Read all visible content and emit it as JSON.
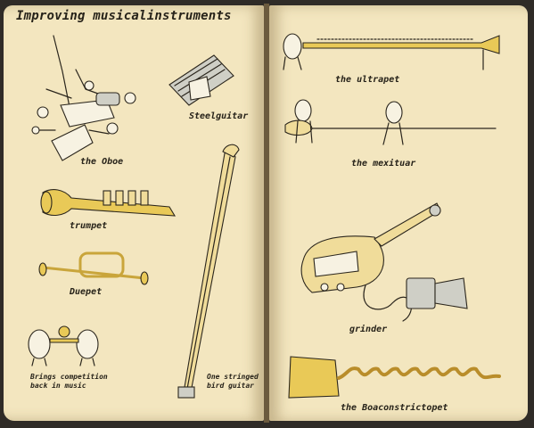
{
  "title": "Improving musicalinstruments",
  "captions": {
    "oboe": "the Oboe",
    "steelguitar": "Steelguitar",
    "trumpet": "trumpet",
    "duepet": "Duepet",
    "competition": "Brings competition back in music",
    "bird_guitar": "One stringed bird guitar",
    "ultrapet": "the ultrapet",
    "mexituar": "the mexituar",
    "grinder": "grinder",
    "boaconstrictopet": "the Boaconstrictopet"
  }
}
